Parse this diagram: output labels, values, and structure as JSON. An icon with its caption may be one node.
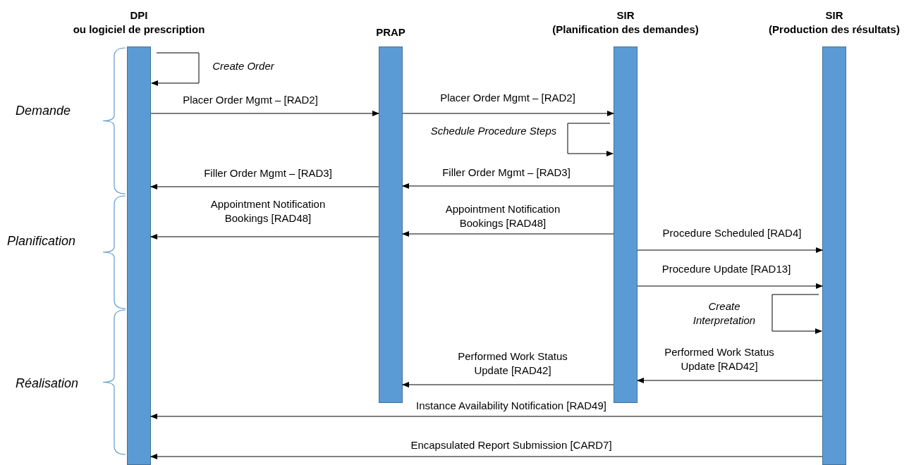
{
  "diagram": {
    "nodes": [
      {
        "text": [
          "DPI ou logiciel de prescription"
        ]
      },
      {
        "text": [
          "PRAP"
        ]
      },
      {
        "text": [
          "SIR (Planification des demandes)"
        ]
      },
      {
        "text": [
          "SIR (Production des résultats)"
        ]
      }
    ],
    "edges": [
      {
        "from": 0,
        "to": 0,
        "arrow": "to",
        "label": "Create Order"
      },
      {
        "from": 0,
        "to": 1,
        "arrow": "to",
        "label": "Placer Order Mgmt – [RAD2]"
      },
      {
        "from": 1,
        "to": 2,
        "arrow": "to",
        "label": "Placer Order Mgmt – [RAD2]"
      },
      {
        "from": 2,
        "to": 2,
        "arrow": "to",
        "label": "Schedule Procedure Steps"
      },
      {
        "from": 2,
        "to": 1,
        "arrow": "to",
        "label": "Filler Order Mgmt – [RAD3]"
      },
      {
        "from": 1,
        "to": 0,
        "arrow": "to",
        "label": "Filler Order Mgmt – [RAD3]"
      },
      {
        "from": 1,
        "to": 0,
        "arrow": "to",
        "label": "Appointment Notification Bookings [RAD48]"
      },
      {
        "from": 2,
        "to": 1,
        "arrow": "to",
        "label": "Appointment Notification Bookings [RAD48]"
      },
      {
        "from": 2,
        "to": 3,
        "arrow": "to",
        "label": "Procedure Scheduled [RAD4]"
      },
      {
        "from": 2,
        "to": 3,
        "arrow": "to",
        "label": "Procedure Update [RAD13]"
      },
      {
        "from": 3,
        "to": 3,
        "arrow": "to",
        "label": "Create Interpretation"
      },
      {
        "from": 3,
        "to": 2,
        "arrow": "to",
        "label": "Performed Work Status Update [RAD42]"
      },
      {
        "from": 2,
        "to": 1,
        "arrow": "to",
        "label": "Performed Work Status Update [RAD42]"
      },
      {
        "from": 3,
        "to": 0,
        "arrow": "to",
        "label": "Instance Availability Notification [RAD49]"
      },
      {
        "from": 3,
        "to": 0,
        "arrow": "to",
        "label": "Encapsulated Report Submission [CARD7]"
      }
    ],
    "labels": [
      "Demande",
      "Planification",
      "Réalisation"
    ]
  }
}
